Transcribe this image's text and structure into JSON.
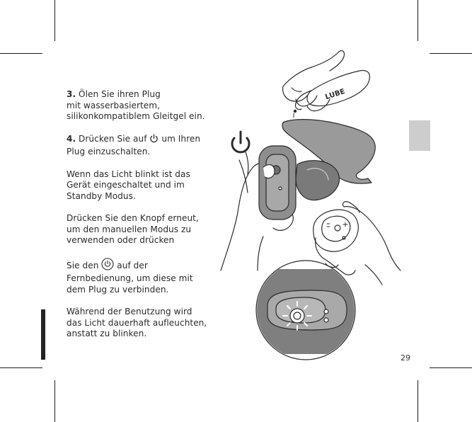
{
  "step3": {
    "number": "3.",
    "lines": [
      "Ölen Sie ihren Plug",
      "mit wasserbasiertem,",
      "silikonkompatiblem Gleitgel ein."
    ]
  },
  "step4": {
    "number": "4.",
    "before_icon": "Drücken Sie auf",
    "after_icon": "um Ihren",
    "line2": "Plug einzuschalten.",
    "icon": "power-icon"
  },
  "para_light": {
    "lines": [
      "Wenn das Licht blinkt ist das",
      "Gerät eingeschaltet und im",
      "Standby Modus."
    ]
  },
  "para_press": {
    "lines": [
      "Drücken Sie den Knopf erneut,",
      "um den manuellen Modus zu",
      "verwenden oder drücken"
    ]
  },
  "para_remote": {
    "before_icon": "Sie den",
    "after_icon": "auf der",
    "line2": "Fernbedienung, um diese mit",
    "line3": "dem Plug zu verbinden.",
    "icon": "remote-power-icon"
  },
  "para_usage": {
    "lines": [
      "Während der Benutzung wird",
      "das Licht dauerhaft aufleuchten,",
      "anstatt zu blinken."
    ]
  },
  "illustration": {
    "bottle_label": "LUBE",
    "icons": [
      "power-icon",
      "hand-icon",
      "plug-icon",
      "remote-icon",
      "lube-bottle-icon"
    ]
  },
  "page_number": "29",
  "colors": {
    "accent_tab": "#cdcdcd",
    "bar": "#222222",
    "stroke": "#2b2b2b",
    "device": "#9a9a9a"
  }
}
